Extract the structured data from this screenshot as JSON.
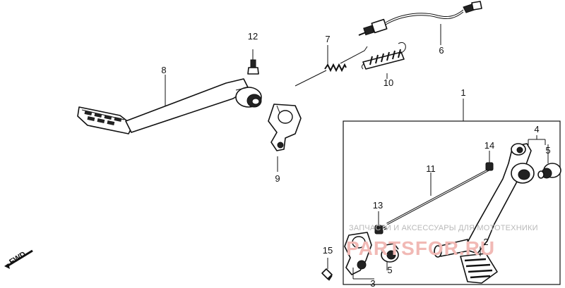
{
  "callouts": [
    "1",
    "2",
    "3",
    "4",
    "5",
    "5",
    "6",
    "7",
    "8",
    "9",
    "10",
    "11",
    "12",
    "13",
    "14",
    "15"
  ],
  "fwd_label": "FWD",
  "watermark": {
    "line1": "ЗАПЧАСТИ И АКСЕССУАРЫ ДЛЯ МОТОТЕХНИКИ",
    "logo": "PARTSFOR.RU"
  }
}
